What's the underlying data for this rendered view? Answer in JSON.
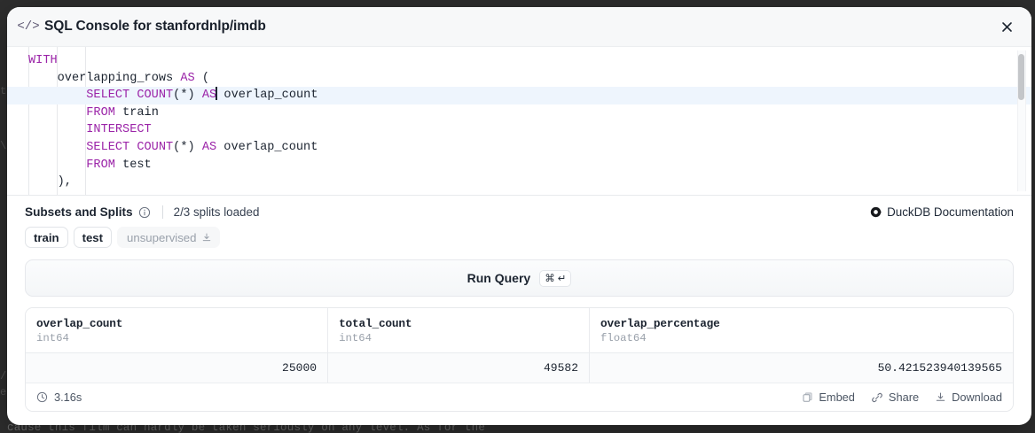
{
  "backdrop": {
    "text_bottom": "cause this film can hardly be taken seriously on any level. As for the",
    "text_left_1": "t",
    "text_left_2": "\\",
    "text_left_3": "/",
    "text_left_4": "e"
  },
  "modal": {
    "icon": "code-icon",
    "title": "SQL Console for stanfordnlp/imdb",
    "close_icon": "close-icon"
  },
  "editor": {
    "lines": [
      {
        "indent": 0,
        "tokens": [
          {
            "t": "WITH",
            "k": true
          }
        ]
      },
      {
        "indent": 1,
        "tokens": [
          {
            "t": "overlapping_rows ",
            "k": false
          },
          {
            "t": "AS",
            "k": true
          },
          {
            "t": " (",
            "k": false
          }
        ]
      },
      {
        "indent": 2,
        "active": true,
        "tokens": [
          {
            "t": "SELECT COUNT",
            "k": true
          },
          {
            "t": "(*) ",
            "k": false
          },
          {
            "t": "AS",
            "k": true
          },
          {
            "t": "|",
            "k": false
          },
          {
            "t": " overlap_count",
            "k": false
          }
        ]
      },
      {
        "indent": 2,
        "tokens": [
          {
            "t": "FROM",
            "k": true
          },
          {
            "t": " train",
            "k": false
          }
        ]
      },
      {
        "indent": 2,
        "tokens": [
          {
            "t": "INTERSECT",
            "k": true
          }
        ]
      },
      {
        "indent": 2,
        "tokens": [
          {
            "t": "SELECT COUNT",
            "k": true
          },
          {
            "t": "(*) ",
            "k": false
          },
          {
            "t": "AS",
            "k": true
          },
          {
            "t": " overlap_count",
            "k": false
          }
        ]
      },
      {
        "indent": 2,
        "tokens": [
          {
            "t": "FROM",
            "k": true
          },
          {
            "t": " test",
            "k": false
          }
        ]
      },
      {
        "indent": 1,
        "tokens": [
          {
            "t": "),",
            "k": false
          }
        ]
      }
    ],
    "raw_sql": "WITH\n    overlapping_rows AS (\n        SELECT COUNT(*) AS overlap_count\n        FROM train\n        INTERSECT\n        SELECT COUNT(*) AS overlap_count\n        FROM test\n    ),",
    "scrollbar": "vertical-scrollbar"
  },
  "subsets": {
    "label": "Subsets and Splits",
    "info_icon": "info-icon",
    "splits_loaded": "2/3 splits loaded",
    "docs_label": "DuckDB Documentation",
    "docs_icon": "duckdb-icon",
    "pills": [
      {
        "label": "train",
        "state": "active",
        "download": false
      },
      {
        "label": "test",
        "state": "active",
        "download": false
      },
      {
        "label": "unsupervised",
        "state": "muted",
        "download": true
      }
    ]
  },
  "run": {
    "label": "Run Query",
    "shortcut_cmd": "⌘",
    "shortcut_enter": "↵"
  },
  "results": {
    "columns": [
      {
        "name": "overlap_count",
        "type": "int64"
      },
      {
        "name": "total_count",
        "type": "int64"
      },
      {
        "name": "overlap_percentage",
        "type": "float64"
      }
    ],
    "rows": [
      [
        "25000",
        "49582",
        "50.421523940139565"
      ]
    ],
    "footer": {
      "timing_icon": "clock-icon",
      "timing": "3.16s",
      "actions": [
        {
          "label": "Embed",
          "icon": "embed-icon"
        },
        {
          "label": "Share",
          "icon": "link-icon"
        },
        {
          "label": "Download",
          "icon": "download-icon"
        }
      ]
    }
  },
  "colors": {
    "keyword": "#9b24a8",
    "text": "#1c2430",
    "active_line": "#eef5fd",
    "muted": "#9aa1ab"
  }
}
